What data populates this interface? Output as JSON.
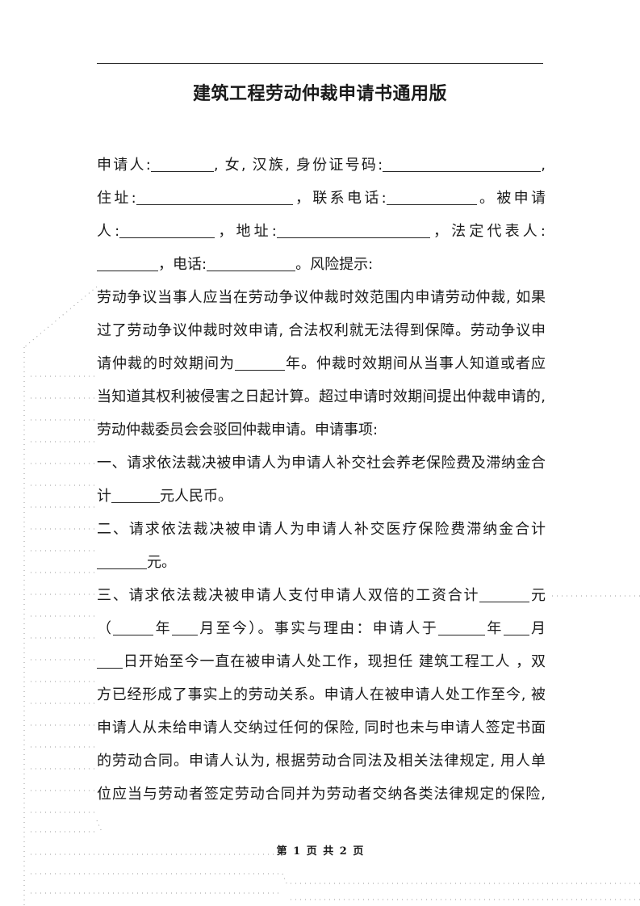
{
  "document": {
    "title": "建筑工程劳动仲裁申请书通用版",
    "lines": {
      "l1a": "申请人:",
      "l1b": ", 女, 汉族, 身份证号码:",
      "l1c": ",",
      "l2a": "住址:",
      "l2b": "，联系电话:",
      "l2c": "。被申请",
      "l3a": "人:",
      "l3b": "，地址:",
      "l3c": "，法定代表人:",
      "l4a": "，电话:",
      "l4b": "。风险提示:",
      "l5": "劳动争议当事人应当在劳动争议仲裁时效范围内申请劳动仲裁, 如果",
      "l6": "过了劳动争议仲裁时效申请, 合法权利就无法得到保障。劳动争议申",
      "l7a": "请仲裁的时效期间为",
      "l7b": "年。仲裁时效期间从当事人知道或者应",
      "l8": "当知道其权利被侵害之日起计算。超过申请时效期间提出仲裁申请的,",
      "l9": "劳动仲裁委员会会驳回仲裁申请。申请事项:",
      "l10": "一、请求依法裁决被申请人为申请人补交社会养老保险费及滞纳金合",
      "l11a": "计",
      "l11b": "元人民币。",
      "l12": "二、请求依法裁决被申请人为申请人补交医疗保险费滞纳金合计",
      "l13": "元。",
      "l14a": "三、请求依法裁决被申请人支付申请人双倍的工资合计",
      "l14b": "元",
      "l15a": "（",
      "l15b": "年",
      "l15c": "月至今）。事实与理由：申请人于",
      "l15d": "年",
      "l15e": "月",
      "l16a": "日开始至今一直在被申请人处工作，现担任 建筑工程工人 ，双",
      "l17": "方已经形成了事实上的劳动关系。申请人在被申请人处工作至今, 被",
      "l18": "申请人从未给申请人交纳过任何的保险, 同时也未与申请人签定书面",
      "l19": "的劳动合同。申请人认为, 根据劳动合同法及相关法律规定, 用人单",
      "l20": "位应当与劳动者签定劳动合同并为劳动者交纳各类法律规定的保险,"
    },
    "footer": "第 1 页 共 2 页"
  }
}
